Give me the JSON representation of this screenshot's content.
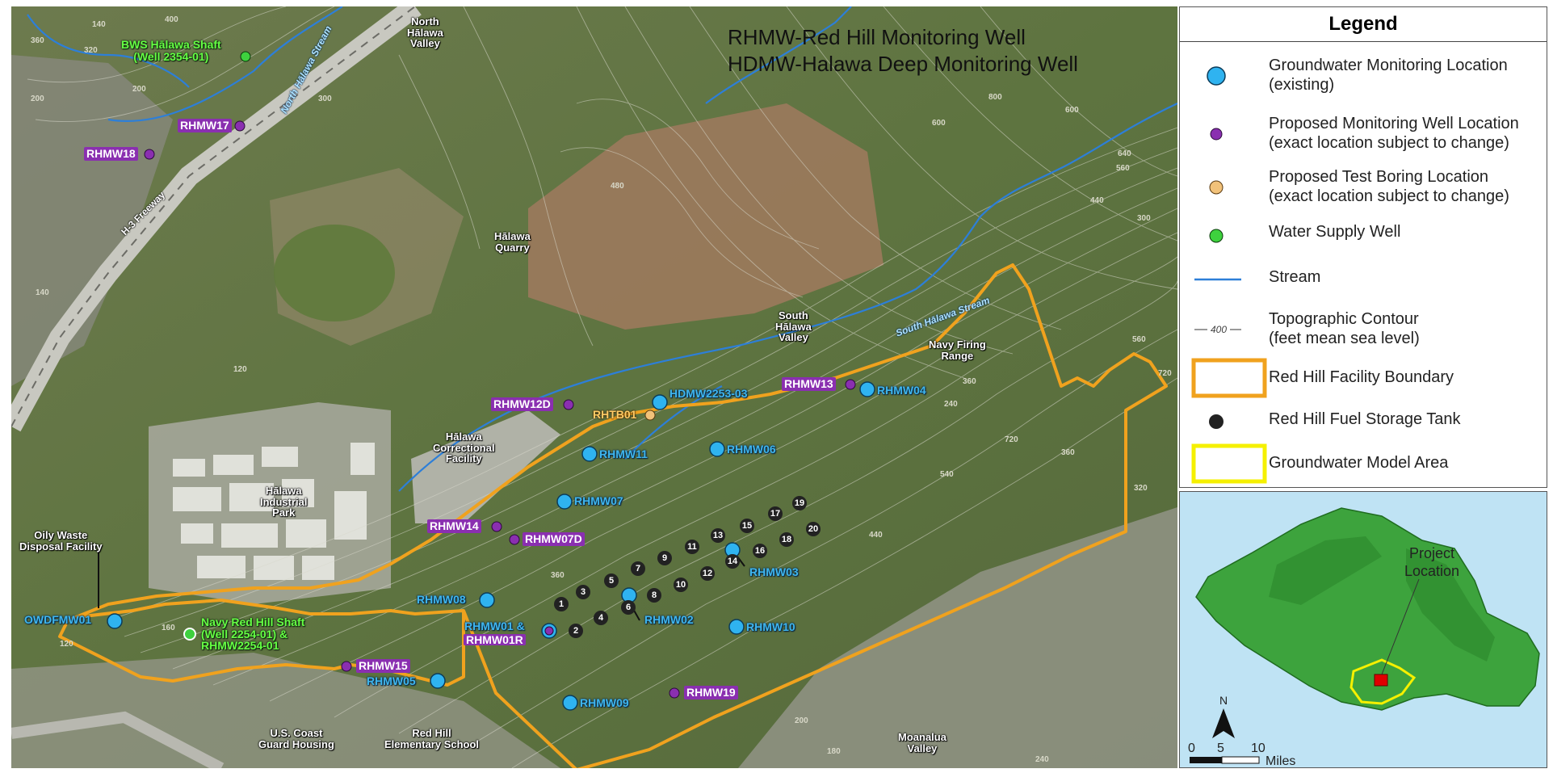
{
  "map_title": {
    "line1": "RHMW-Red Hill Monitoring Well",
    "line2": "HDMW-Halawa Deep Monitoring Well"
  },
  "legend": {
    "title": "Legend",
    "items": [
      {
        "symbol": "blue-circle-icon",
        "line1": "Groundwater Monitoring Location",
        "line2": "(existing)"
      },
      {
        "symbol": "purple-dot-icon",
        "line1": "Proposed Monitoring Well Location",
        "line2": "(exact location subject to change)"
      },
      {
        "symbol": "tan-dot-icon",
        "line1": "Proposed Test Boring Location",
        "line2": "(exact location subject to change)"
      },
      {
        "symbol": "green-dot-icon",
        "line1": "Water Supply Well",
        "line2": ""
      },
      {
        "symbol": "stream-line-icon",
        "line1": "Stream",
        "line2": ""
      },
      {
        "symbol": "contour-line-icon",
        "symbol_label": "400",
        "line1": "Topographic Contour",
        "line2": "(feet mean sea level)"
      },
      {
        "symbol": "orange-box-icon",
        "line1": "Red Hill Facility Boundary",
        "line2": ""
      },
      {
        "symbol": "black-dot-icon",
        "line1": "Red Hill Fuel Storage Tank",
        "line2": ""
      },
      {
        "symbol": "yellow-box-icon",
        "line1": "Groundwater Model Area",
        "line2": ""
      }
    ]
  },
  "inset": {
    "project_label_1": "Project",
    "project_label_2": "Location",
    "north": "N",
    "scale_0": "0",
    "scale_5": "5",
    "scale_10": "10",
    "scale_unit": "Miles"
  },
  "wells": {
    "existing": [
      {
        "id": "OWDFMW01"
      },
      {
        "id": "RHMW08"
      },
      {
        "id": "RHMW05"
      },
      {
        "id": "RHMW09"
      },
      {
        "id": "RHMW07"
      },
      {
        "id": "RHMW11"
      },
      {
        "id": "HDMW2253-03"
      },
      {
        "id": "RHMW06"
      },
      {
        "id": "RHMW04"
      },
      {
        "id": "RHMW02"
      },
      {
        "id": "RHMW03"
      },
      {
        "id": "RHMW10"
      },
      {
        "id": "RHMW01 &",
        "id2": "RHMW01R"
      }
    ],
    "proposed": [
      "RHMW17",
      "RHMW18",
      "RHMW12D",
      "RHMW14",
      "RHMW07D",
      "RHMW15",
      "RHMW19",
      "RHMW13"
    ],
    "test_boring": [
      "RHTB01"
    ],
    "supply": [
      {
        "line1": "BWS Hālawa Shaft",
        "line2": "(Well 2354-01)"
      },
      {
        "line1": "Navy Red Hill Shaft",
        "line2": "(Well 2254-01) &",
        "line3": "RHMW2254-01"
      }
    ]
  },
  "tanks": [
    "1",
    "2",
    "3",
    "4",
    "5",
    "6",
    "7",
    "8",
    "9",
    "10",
    "11",
    "12",
    "13",
    "14",
    "15",
    "16",
    "17",
    "18",
    "19",
    "20"
  ],
  "places": {
    "north_halawa": [
      "North",
      "Hālawa",
      "Valley"
    ],
    "halawa_quarry": [
      "Hālawa",
      "Quarry"
    ],
    "south_halawa": [
      "South",
      "Hālawa",
      "Valley"
    ],
    "navy_firing": [
      "Navy Firing",
      "Range"
    ],
    "correctional": [
      "Hālawa",
      "Correctional",
      "Facility"
    ],
    "industrial": [
      "Hālawa",
      "Industrial",
      "Park"
    ],
    "oily_waste": [
      "Oily Waste",
      "Disposal Facility"
    ],
    "coast_guard": [
      "U.S. Coast",
      "Guard Housing"
    ],
    "red_hill_school": [
      "Red Hill",
      "Elementary School"
    ],
    "moanalua": [
      "Moanalua",
      "Valley"
    ],
    "freeway": "H-3 Freeway",
    "north_stream": "North Hālawa Stream",
    "south_stream": "South Hālawa Stream"
  },
  "contour_labels": [
    "140",
    "400",
    "320",
    "360",
    "200",
    "300",
    "480",
    "600",
    "160",
    "120",
    "200",
    "180",
    "240",
    "560",
    "640",
    "720",
    "800",
    "560",
    "440",
    "360",
    "600",
    "720",
    "540",
    "440",
    "360",
    "240",
    "200",
    "140",
    "120",
    "320",
    "300",
    "360"
  ],
  "colors": {
    "existing_well": "#2fb3f0",
    "proposed_well": "#8a2fb0",
    "test_boring": "#f2c27a",
    "supply_well": "#3ed13e",
    "stream": "#2d7fd8",
    "facility_boundary": "#f0a21e",
    "model_area": "#f5f000"
  }
}
